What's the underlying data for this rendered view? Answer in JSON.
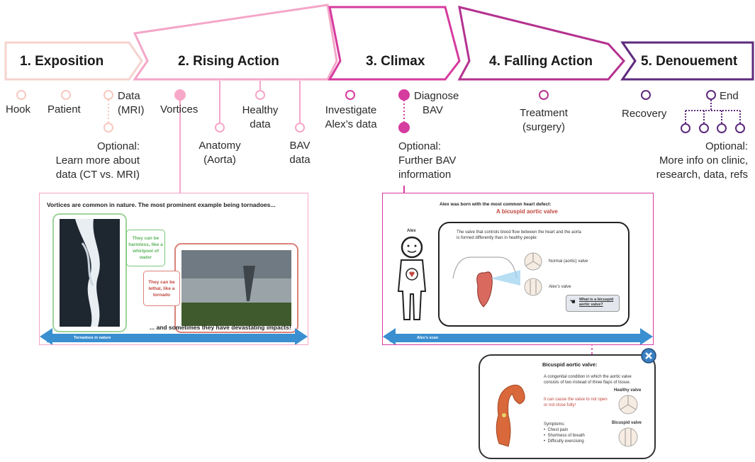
{
  "stages": [
    {
      "label": "1. Exposition",
      "color": "#f6d3ce"
    },
    {
      "label": "2. Rising Action",
      "color": "#f4a6c8"
    },
    {
      "label": "3. Climax",
      "color": "#d63b9e"
    },
    {
      "label": "4. Falling Action",
      "color": "#b4328f"
    },
    {
      "label": "5. Denouement",
      "color": "#5d2a7d"
    }
  ],
  "nodes": {
    "hook": "Hook",
    "patient": "Patient",
    "data_mri": [
      "Data",
      "(MRI)"
    ],
    "optional_data": [
      "Optional:",
      "Learn more about",
      "data (CT vs. MRI)"
    ],
    "vortices": "Vortices",
    "anatomy": [
      "Anatomy",
      "(Aorta)"
    ],
    "healthy": [
      "Healthy",
      "data"
    ],
    "bav_data": [
      "BAV",
      "data"
    ],
    "investigate": [
      "Investigate",
      "Alex’s data"
    ],
    "diagnose": [
      "Diagnose",
      "BAV"
    ],
    "optional_bav": [
      "Optional:",
      "Further BAV",
      "information"
    ],
    "treatment": [
      "Treatment",
      "(surgery)"
    ],
    "recovery": "Recovery",
    "end": "End",
    "optional_end": [
      "Optional:",
      "More info on clinic,",
      "research, data, refs"
    ]
  },
  "slide1": {
    "title": "Vortices are common in nature. The most prominent example being tornadoes...",
    "bubble_green": "They can be harmless, like a whirlpool of water",
    "bubble_red": "They can be lethal, like a tornado",
    "footer": "... and sometimes they have devastating impacts!",
    "bar_label": "Tornadoes in nature"
  },
  "slide2": {
    "title": "Alex was born with the most common heart defect:",
    "subtitle": "A bicuspid aortic valve",
    "person": "Alex",
    "description": "The valve that controls blood flow between the heart and the aorta is formed differently than in healthy people:",
    "normal_valve": "Normal (aortic) valve",
    "alex_valve": "Alex’s valve",
    "button": "What is a bicuspid aortic valve?",
    "bar_label": "Alex’s scan"
  },
  "popup": {
    "title": "Bicuspid aortic valve:",
    "description": "A congenital condition in which the aortic valve consists of two instead of three flaps of tissue.",
    "warning": "It can cause the valve to not open or not close fully!",
    "symptoms_title": "Symptoms:",
    "symptoms": [
      "Chest pain",
      "Shortness of breath",
      "Difficulty exercising"
    ],
    "healthy_label": "Healthy valve",
    "bicuspid_label": "Bicuspid valve"
  }
}
